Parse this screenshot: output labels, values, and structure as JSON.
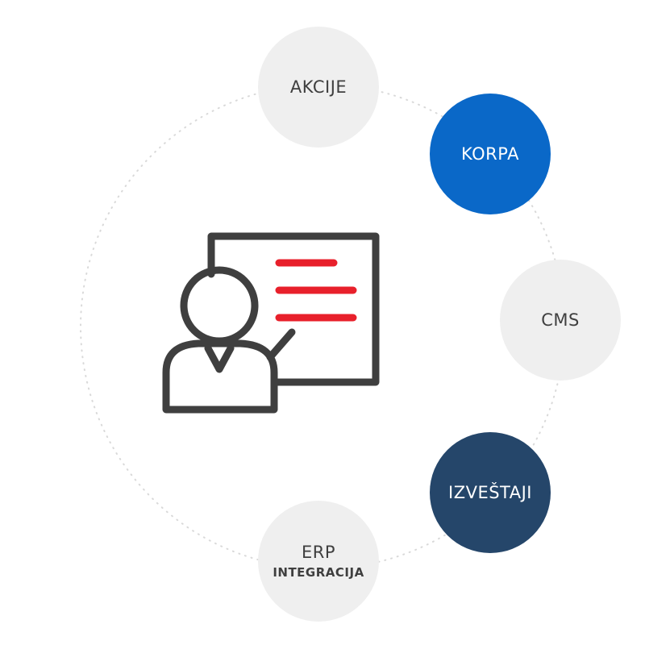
{
  "colors": {
    "node_light": "#efefef",
    "node_blue": "#0a68c8",
    "node_navy": "#25466a",
    "text_dark": "#3f3f3f",
    "text_light": "#ffffff",
    "icon_stroke": "#3f3f3f",
    "icon_accent": "#e8202b",
    "ring": "#d9d9d9"
  },
  "center_icon": "presenter-board-icon",
  "nodes": {
    "akcije": {
      "label": "AKCIJE"
    },
    "korpa": {
      "label": "KORPA"
    },
    "cms": {
      "label": "CMS"
    },
    "izvestaji": {
      "label": "IZVEŠTAJI"
    },
    "erp": {
      "label": "ERP",
      "sublabel": "INTEGRACIJA"
    }
  }
}
